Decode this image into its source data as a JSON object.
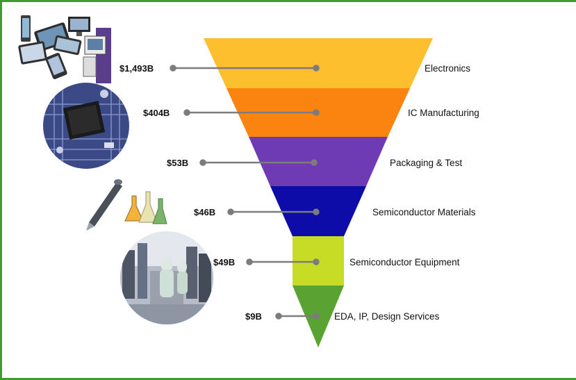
{
  "levels": [
    {
      "value": "$1,493B",
      "label": "Electronics",
      "color": "#fdbf2d"
    },
    {
      "value": "$404B",
      "label": "IC Manufacturing",
      "color": "#fb8411"
    },
    {
      "value": "$53B",
      "label": "Packaging & Test",
      "color": "#6e3bb5"
    },
    {
      "value": "$46B",
      "label": "Semiconductor Materials",
      "color": "#0d0ca8"
    },
    {
      "value": "$49B",
      "label": "Semiconductor Equipment",
      "color": "#c7dc24"
    },
    {
      "value": "$9B",
      "label": "EDA, IP, Design Services",
      "color": "#5aa332"
    }
  ],
  "icons": [
    "electronics-devices-icon",
    "ic-chip-icon",
    "pen-and-flasks-icon",
    "cleanroom-fab-icon"
  ],
  "frame_color": "#3f9b2f"
}
